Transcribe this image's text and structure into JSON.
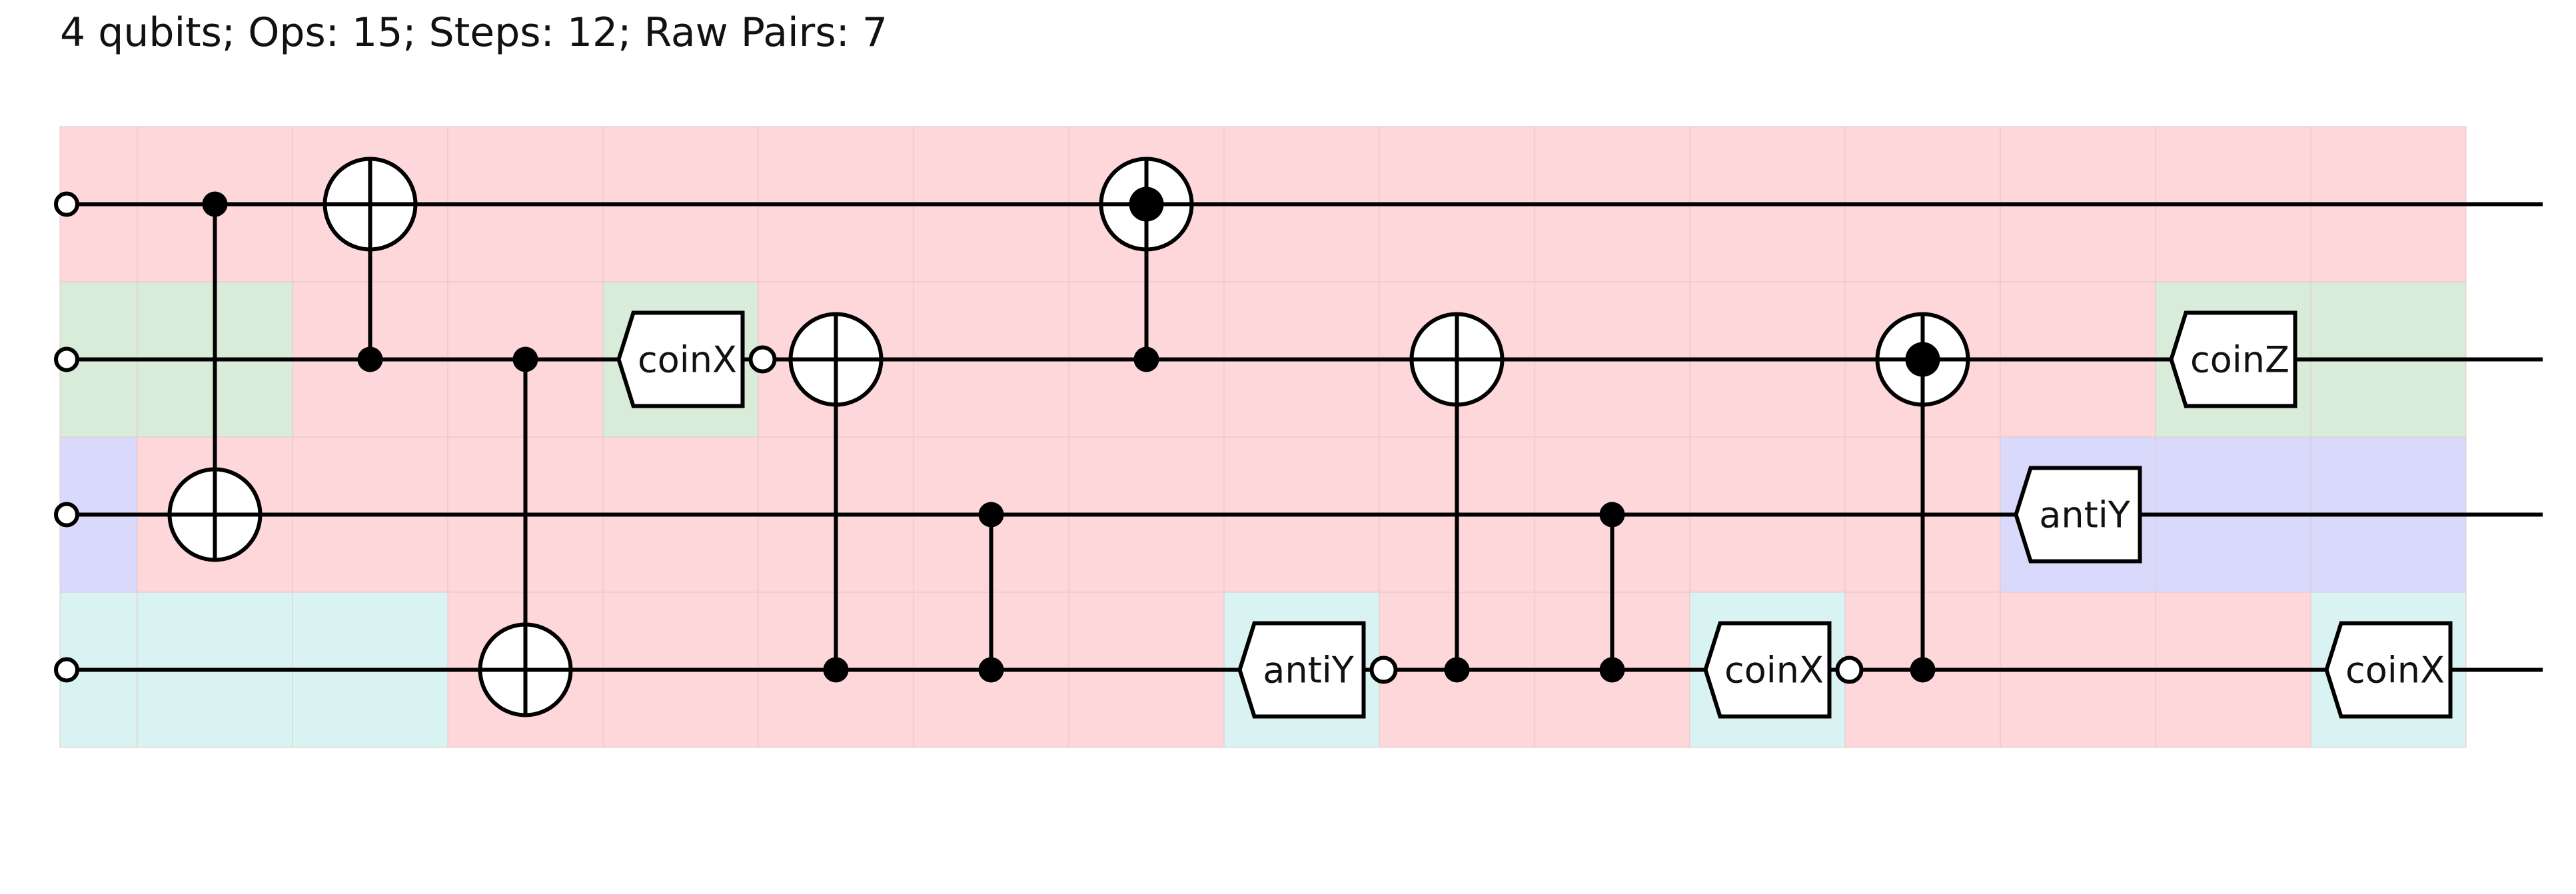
{
  "header": {
    "summary": "4 qubits; Ops: 15; Steps: 12; Raw Pairs: 7"
  },
  "colors": {
    "red": "#fdd7d9",
    "green": "#d9ecd9",
    "blue": "#d9d9fb",
    "cyan": "#d9f3f3",
    "wire": "#000000",
    "gate_fill": "#ffffff"
  },
  "shading": [
    [
      "red",
      "red",
      "red",
      "red",
      "red",
      "red",
      "red",
      "red",
      "red",
      "red",
      "red",
      "red",
      "red",
      "red",
      "red",
      "red"
    ],
    [
      "green",
      "green",
      "red",
      "red",
      "green",
      "red",
      "red",
      "red",
      "red",
      "red",
      "red",
      "red",
      "red",
      "red",
      "green",
      "green"
    ],
    [
      "blue",
      "red",
      "red",
      "red",
      "red",
      "red",
      "red",
      "red",
      "red",
      "red",
      "red",
      "red",
      "red",
      "blue",
      "blue",
      "blue"
    ],
    [
      "cyan",
      "cyan",
      "cyan",
      "red",
      "red",
      "red",
      "red",
      "red",
      "cyan",
      "red",
      "red",
      "cyan",
      "red",
      "red",
      "red",
      "cyan"
    ]
  ],
  "operations": [
    {
      "type": "cnot",
      "col": 1,
      "control": 0,
      "target": 2
    },
    {
      "type": "cnot",
      "col": 2,
      "control": 1,
      "target": 0
    },
    {
      "type": "cnot",
      "col": 3,
      "control": 1,
      "target": 3
    },
    {
      "type": "box",
      "col": 4,
      "wire": 1,
      "label": "coinX",
      "post_open": true
    },
    {
      "type": "cnot",
      "col": 5,
      "control": 3,
      "target": 1
    },
    {
      "type": "cz",
      "col": 6,
      "wires": [
        2,
        3
      ]
    },
    {
      "type": "cnot_dot",
      "col": 7,
      "control": 1,
      "target": 0
    },
    {
      "type": "box",
      "col": 8,
      "wire": 3,
      "label": "antiY",
      "post_open": true
    },
    {
      "type": "cnot",
      "col": 9,
      "control": 3,
      "target": 1
    },
    {
      "type": "cz",
      "col": 10,
      "wires": [
        2,
        3
      ]
    },
    {
      "type": "box",
      "col": 11,
      "wire": 3,
      "label": "coinX",
      "post_open": true
    },
    {
      "type": "cnot_dot",
      "col": 12,
      "control": 3,
      "target": 1
    },
    {
      "type": "box",
      "col": 13,
      "wire": 2,
      "label": "antiY",
      "post_open": false
    },
    {
      "type": "box",
      "col": 14,
      "wire": 1,
      "label": "coinZ",
      "post_open": false
    },
    {
      "type": "box",
      "col": 15,
      "wire": 3,
      "label": "coinX",
      "post_open": false
    }
  ]
}
